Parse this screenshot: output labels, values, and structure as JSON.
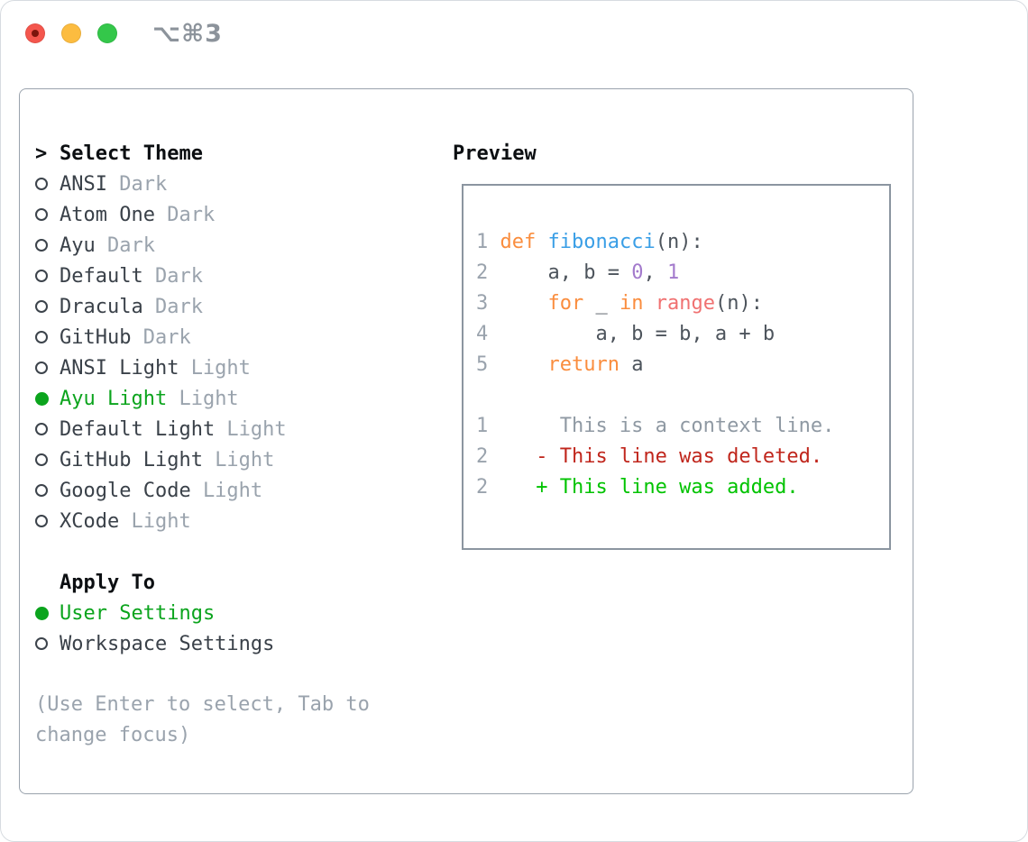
{
  "titlebar": {
    "title": "⌥⌘3"
  },
  "select_theme": {
    "marker": ">",
    "header": "Select Theme",
    "options": [
      {
        "name": "ANSI",
        "variant": "Dark",
        "selected": false
      },
      {
        "name": "Atom One",
        "variant": "Dark",
        "selected": false
      },
      {
        "name": "Ayu",
        "variant": "Dark",
        "selected": false
      },
      {
        "name": "Default",
        "variant": "Dark",
        "selected": false
      },
      {
        "name": "Dracula",
        "variant": "Dark",
        "selected": false
      },
      {
        "name": "GitHub",
        "variant": "Dark",
        "selected": false
      },
      {
        "name": "ANSI Light",
        "variant": "Light",
        "selected": false
      },
      {
        "name": "Ayu Light",
        "variant": "Light",
        "selected": true
      },
      {
        "name": "Default Light",
        "variant": "Light",
        "selected": false
      },
      {
        "name": "GitHub Light",
        "variant": "Light",
        "selected": false
      },
      {
        "name": "Google Code",
        "variant": "Light",
        "selected": false
      },
      {
        "name": "XCode",
        "variant": "Light",
        "selected": false
      }
    ]
  },
  "apply_to": {
    "header": "Apply To",
    "options": [
      {
        "name": "User Settings",
        "selected": true
      },
      {
        "name": "Workspace Settings",
        "selected": false
      }
    ]
  },
  "hint": "(Use Enter to select, Tab to change focus)",
  "preview": {
    "header": "Preview",
    "lines": [
      {
        "num": "1",
        "tokens": [
          [
            "def",
            "keyword"
          ],
          [
            " ",
            "plain"
          ],
          [
            "fibonacci",
            "function"
          ],
          [
            "(n):",
            "plain"
          ]
        ]
      },
      {
        "num": "2",
        "tokens": [
          [
            "    a, b = ",
            "plain"
          ],
          [
            "0",
            "number"
          ],
          [
            ", ",
            "plain"
          ],
          [
            "1",
            "number"
          ]
        ]
      },
      {
        "num": "3",
        "tokens": [
          [
            "    ",
            "plain"
          ],
          [
            "for",
            "keyword"
          ],
          [
            " _ ",
            "plain"
          ],
          [
            "in",
            "keyword"
          ],
          [
            " ",
            "plain"
          ],
          [
            "range",
            "call"
          ],
          [
            "(n):",
            "plain"
          ]
        ]
      },
      {
        "num": "4",
        "tokens": [
          [
            "        a, b = b, a + b",
            "plain"
          ]
        ]
      },
      {
        "num": "5",
        "tokens": [
          [
            "    ",
            "plain"
          ],
          [
            "return",
            "keyword"
          ],
          [
            " a",
            "plain"
          ]
        ]
      },
      {
        "num": "",
        "tokens": []
      },
      {
        "num": "1",
        "tokens": [
          [
            "     This is a context line.",
            "context"
          ]
        ]
      },
      {
        "num": "2",
        "tokens": [
          [
            "   - This line was deleted.",
            "deleted"
          ]
        ]
      },
      {
        "num": "2",
        "tokens": [
          [
            "   + This line was added.",
            "added"
          ]
        ]
      }
    ]
  },
  "colors": {
    "accent_green": "#0ba41d",
    "text_dark": "#3a4149",
    "muted_gray": "#9aa3ad",
    "header_black": "#0c0f12",
    "panel_border": "#9aa3ad",
    "preview_box_border": "#8b95a0",
    "traffic_red": "#f4564d",
    "traffic_red_dot": "#7c150c",
    "traffic_yellow": "#fcbc40",
    "traffic_green": "#34c74a",
    "title_gray": "#8c939b",
    "syntax": {
      "keyword": "#fa8d3e",
      "function": "#399ee6",
      "call": "#f07171",
      "number": "#a37acc",
      "plain": "#4d545c",
      "line_number": "#9aa3ad",
      "context": "#8f99a3",
      "deleted": "#c0261c",
      "added": "#00c300"
    }
  }
}
